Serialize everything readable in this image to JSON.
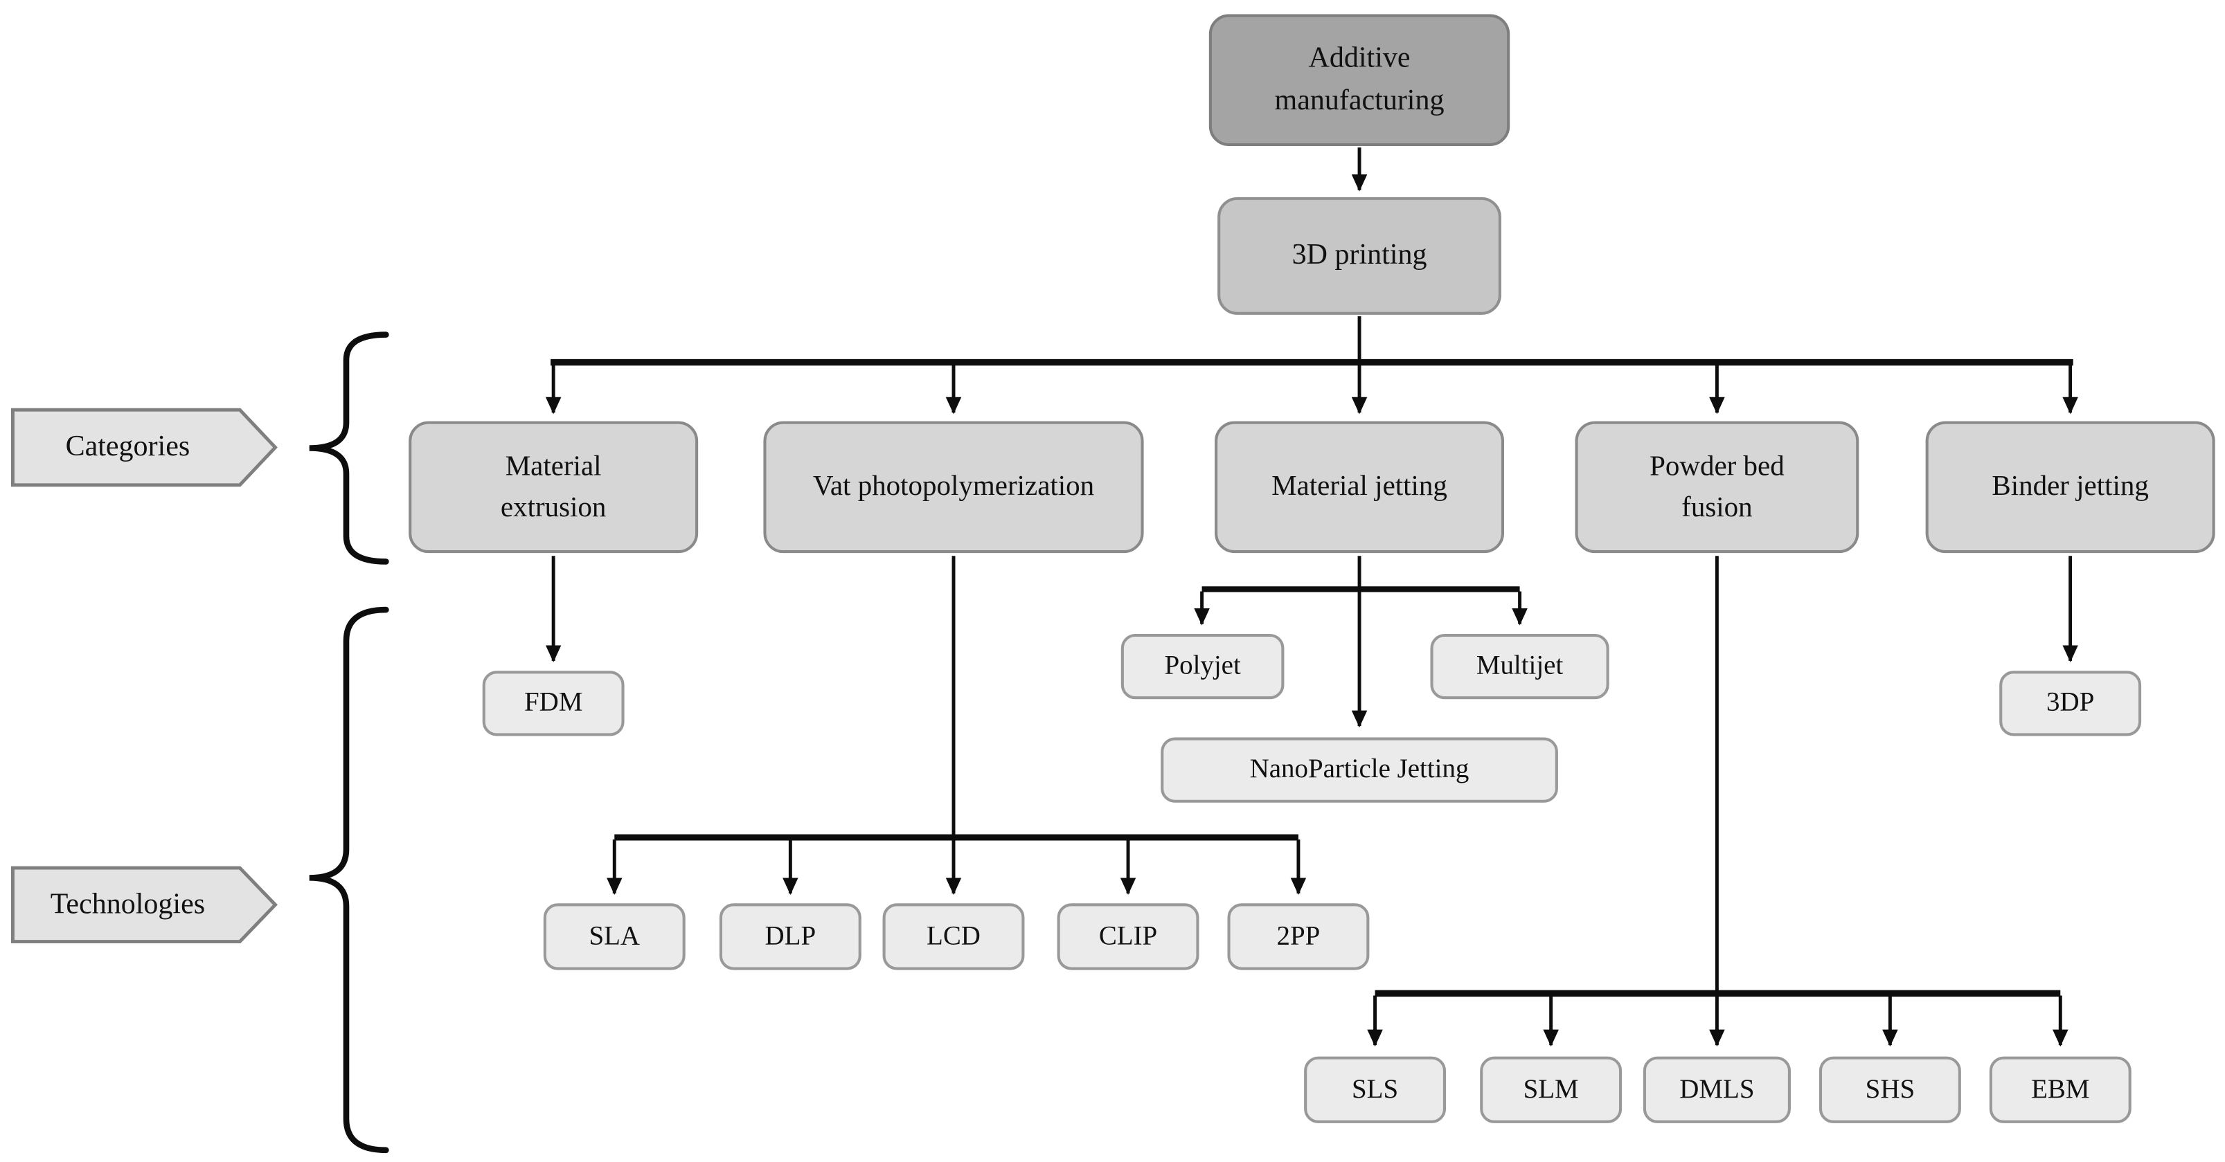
{
  "tree": {
    "root": "Additive manufacturing",
    "child": "3D printing",
    "categories": [
      {
        "label": "Material extrusion",
        "technologies": [
          "FDM"
        ]
      },
      {
        "label": "Vat photopolymerization",
        "technologies": [
          "SLA",
          "DLP",
          "LCD",
          "CLIP",
          "2PP"
        ]
      },
      {
        "label": "Material jetting",
        "technologies": [
          "Polyjet",
          "Multijet",
          "NanoParticle Jetting"
        ]
      },
      {
        "label": "Powder bed fusion",
        "technologies": [
          "SLS",
          "SLM",
          "DMLS",
          "SHS",
          "EBM"
        ]
      },
      {
        "label": "Binder jetting",
        "technologies": [
          "3DP"
        ]
      }
    ]
  },
  "side_labels": {
    "categories": "Categories",
    "technologies": "Technologies"
  },
  "colors": {
    "root_fill": "#a4a4a4",
    "root_border": "#7e7e7e",
    "secondary_fill": "#c6c6c6",
    "secondary_border": "#909090",
    "category_fill": "#d6d6d6",
    "category_border": "#8a8a8a",
    "technology_fill": "#ebebeb",
    "technology_border": "#999999",
    "tag_fill": "#e3e3e3",
    "tag_border": "#7f7f7f",
    "line": "#0d0d0d"
  }
}
